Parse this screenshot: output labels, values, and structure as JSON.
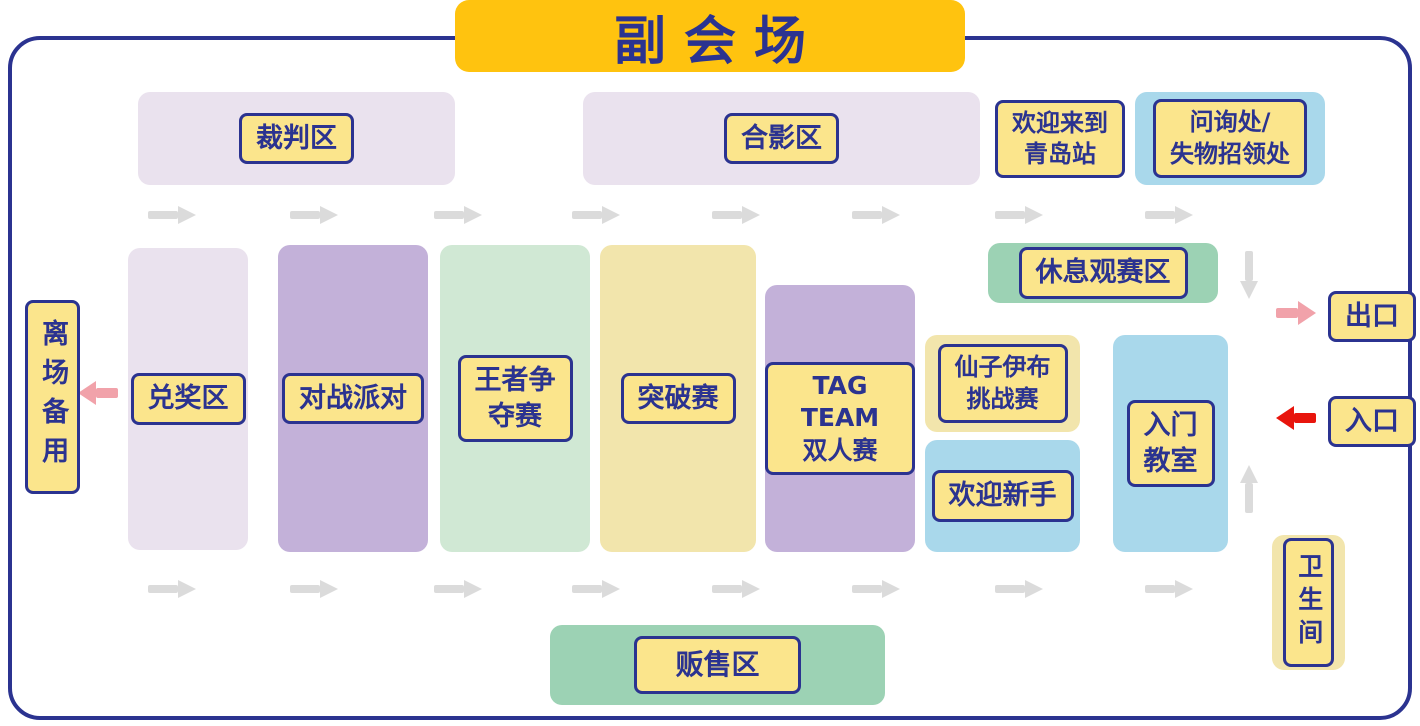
{
  "title": "副会场",
  "top_row": {
    "judge_area": "裁判区",
    "photo_area": "合影区",
    "welcome_sign": "欢迎来到\n青岛站",
    "info_desk": "问询处/\n失物招领处"
  },
  "zones": {
    "prize_area": "兑奖区",
    "battle_party": "对战派对",
    "champion_tournament": "王者争\n夺赛",
    "breakthrough_tournament": "突破赛",
    "tag_team_doubles": "TAG TEAM\n双人赛",
    "rest_viewing_area": "休息观赛区",
    "sylveon_challenge": "仙子伊布\n挑战赛",
    "newbie_welcome": "欢迎新手",
    "beginner_classroom": "入门\n教室",
    "sales_area": "贩售区"
  },
  "facilities": {
    "exit": "出口",
    "entrance": "入口",
    "restroom": "卫生间",
    "leave_reserve": "离场备用"
  },
  "colors": {
    "navy": "#2B3390",
    "banner_yellow": "#FFC30F",
    "label_yellow": "#FBE58C",
    "lavender": "#EAE2EE",
    "purple": "#C3B1D9",
    "green_light": "#D0E8D4",
    "cream": "#F2E5AC",
    "blue": "#A9D8EB",
    "green": "#9CD2B4",
    "gray_arrow": "#DBDBDB",
    "pink_arrow": "#F1A2AA",
    "red_arrow": "#E8150D"
  }
}
